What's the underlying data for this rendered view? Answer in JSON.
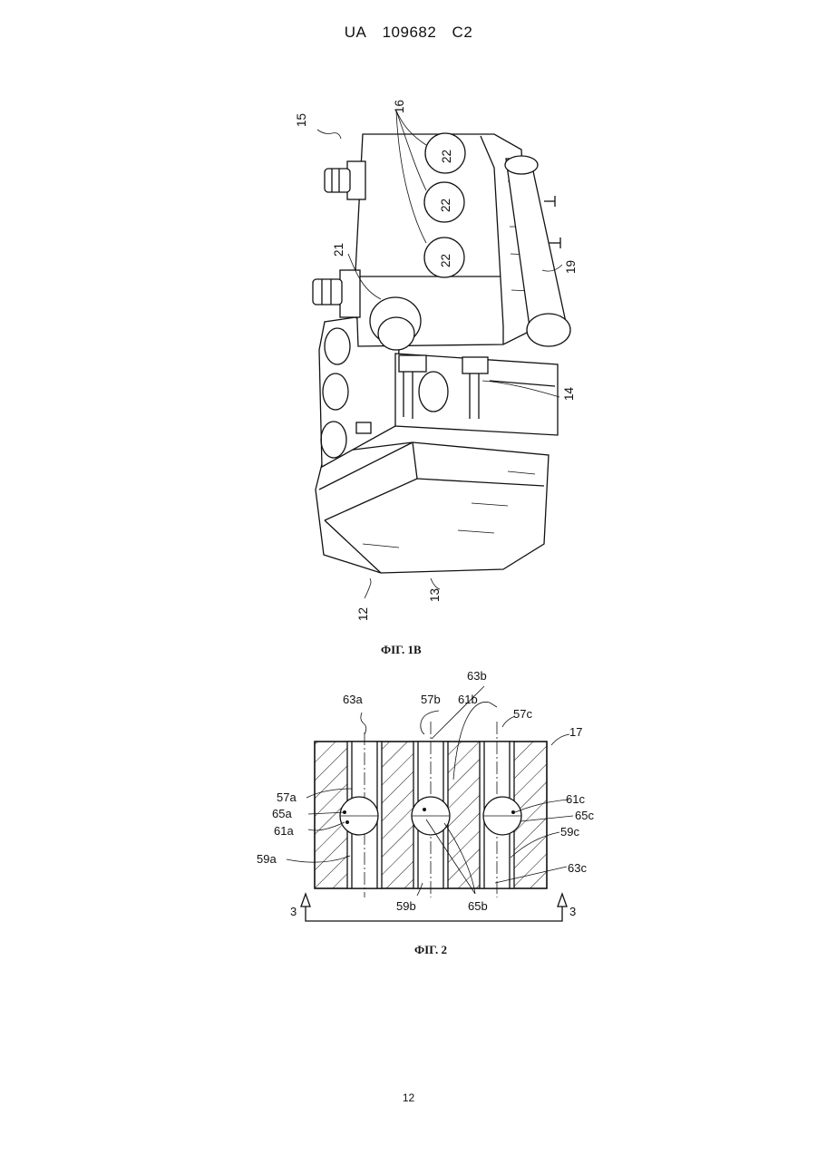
{
  "header": {
    "country": "UA",
    "number": "109682",
    "kind": "C2"
  },
  "figure_1b": {
    "caption": "ФІГ. 1B",
    "labels": {
      "l15": "15",
      "l16": "16",
      "l22a": "22",
      "l22b": "22",
      "l22c": "22",
      "l21": "21",
      "l19": "19",
      "l14": "14",
      "l13": "13",
      "l12": "12"
    }
  },
  "figure_2": {
    "caption": "ФІГ. 2",
    "labels": {
      "l63b": "63b",
      "l63a": "63a",
      "l57b": "57b",
      "l61b": "61b",
      "l57c": "57c",
      "l17": "17",
      "l57a": "57a",
      "l65a": "65a",
      "l61a": "61a",
      "l59a": "59a",
      "l61c": "61c",
      "l65c": "65c",
      "l59c": "59c",
      "l63c": "63c",
      "l59b": "59b",
      "l65b": "65b",
      "l3a": "3",
      "l3b": "3"
    }
  },
  "page_number": "12"
}
